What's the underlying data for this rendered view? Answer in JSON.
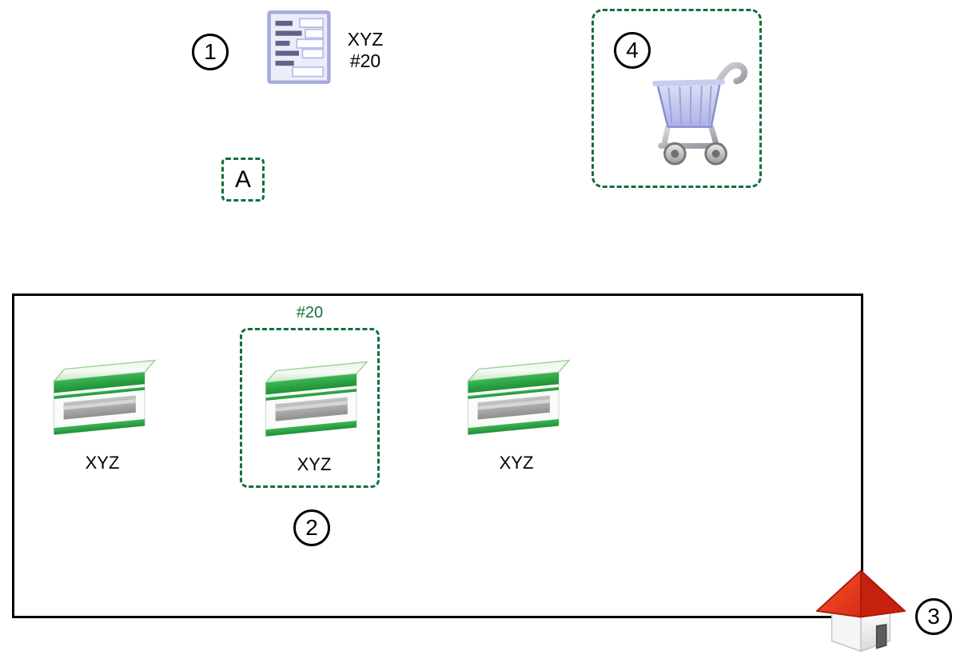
{
  "colors": {
    "dashed_green": "#156f3a",
    "box_green": "#2ba13f",
    "outline_black": "#000000"
  },
  "markers": {
    "step1": "1",
    "step2": "2",
    "step3": "3",
    "step4": "4",
    "zone": "A"
  },
  "order_note": {
    "line1": "XYZ",
    "line2": "#20"
  },
  "shelf": {
    "highlight_tag": "#20",
    "items": [
      {
        "label": "XYZ"
      },
      {
        "label": "XYZ"
      },
      {
        "label": "XYZ"
      }
    ]
  },
  "icons": {
    "order_form": "order-form-icon",
    "shopping_cart": "shopping-cart-icon",
    "product_box": "product-box-icon",
    "house": "house-icon"
  }
}
